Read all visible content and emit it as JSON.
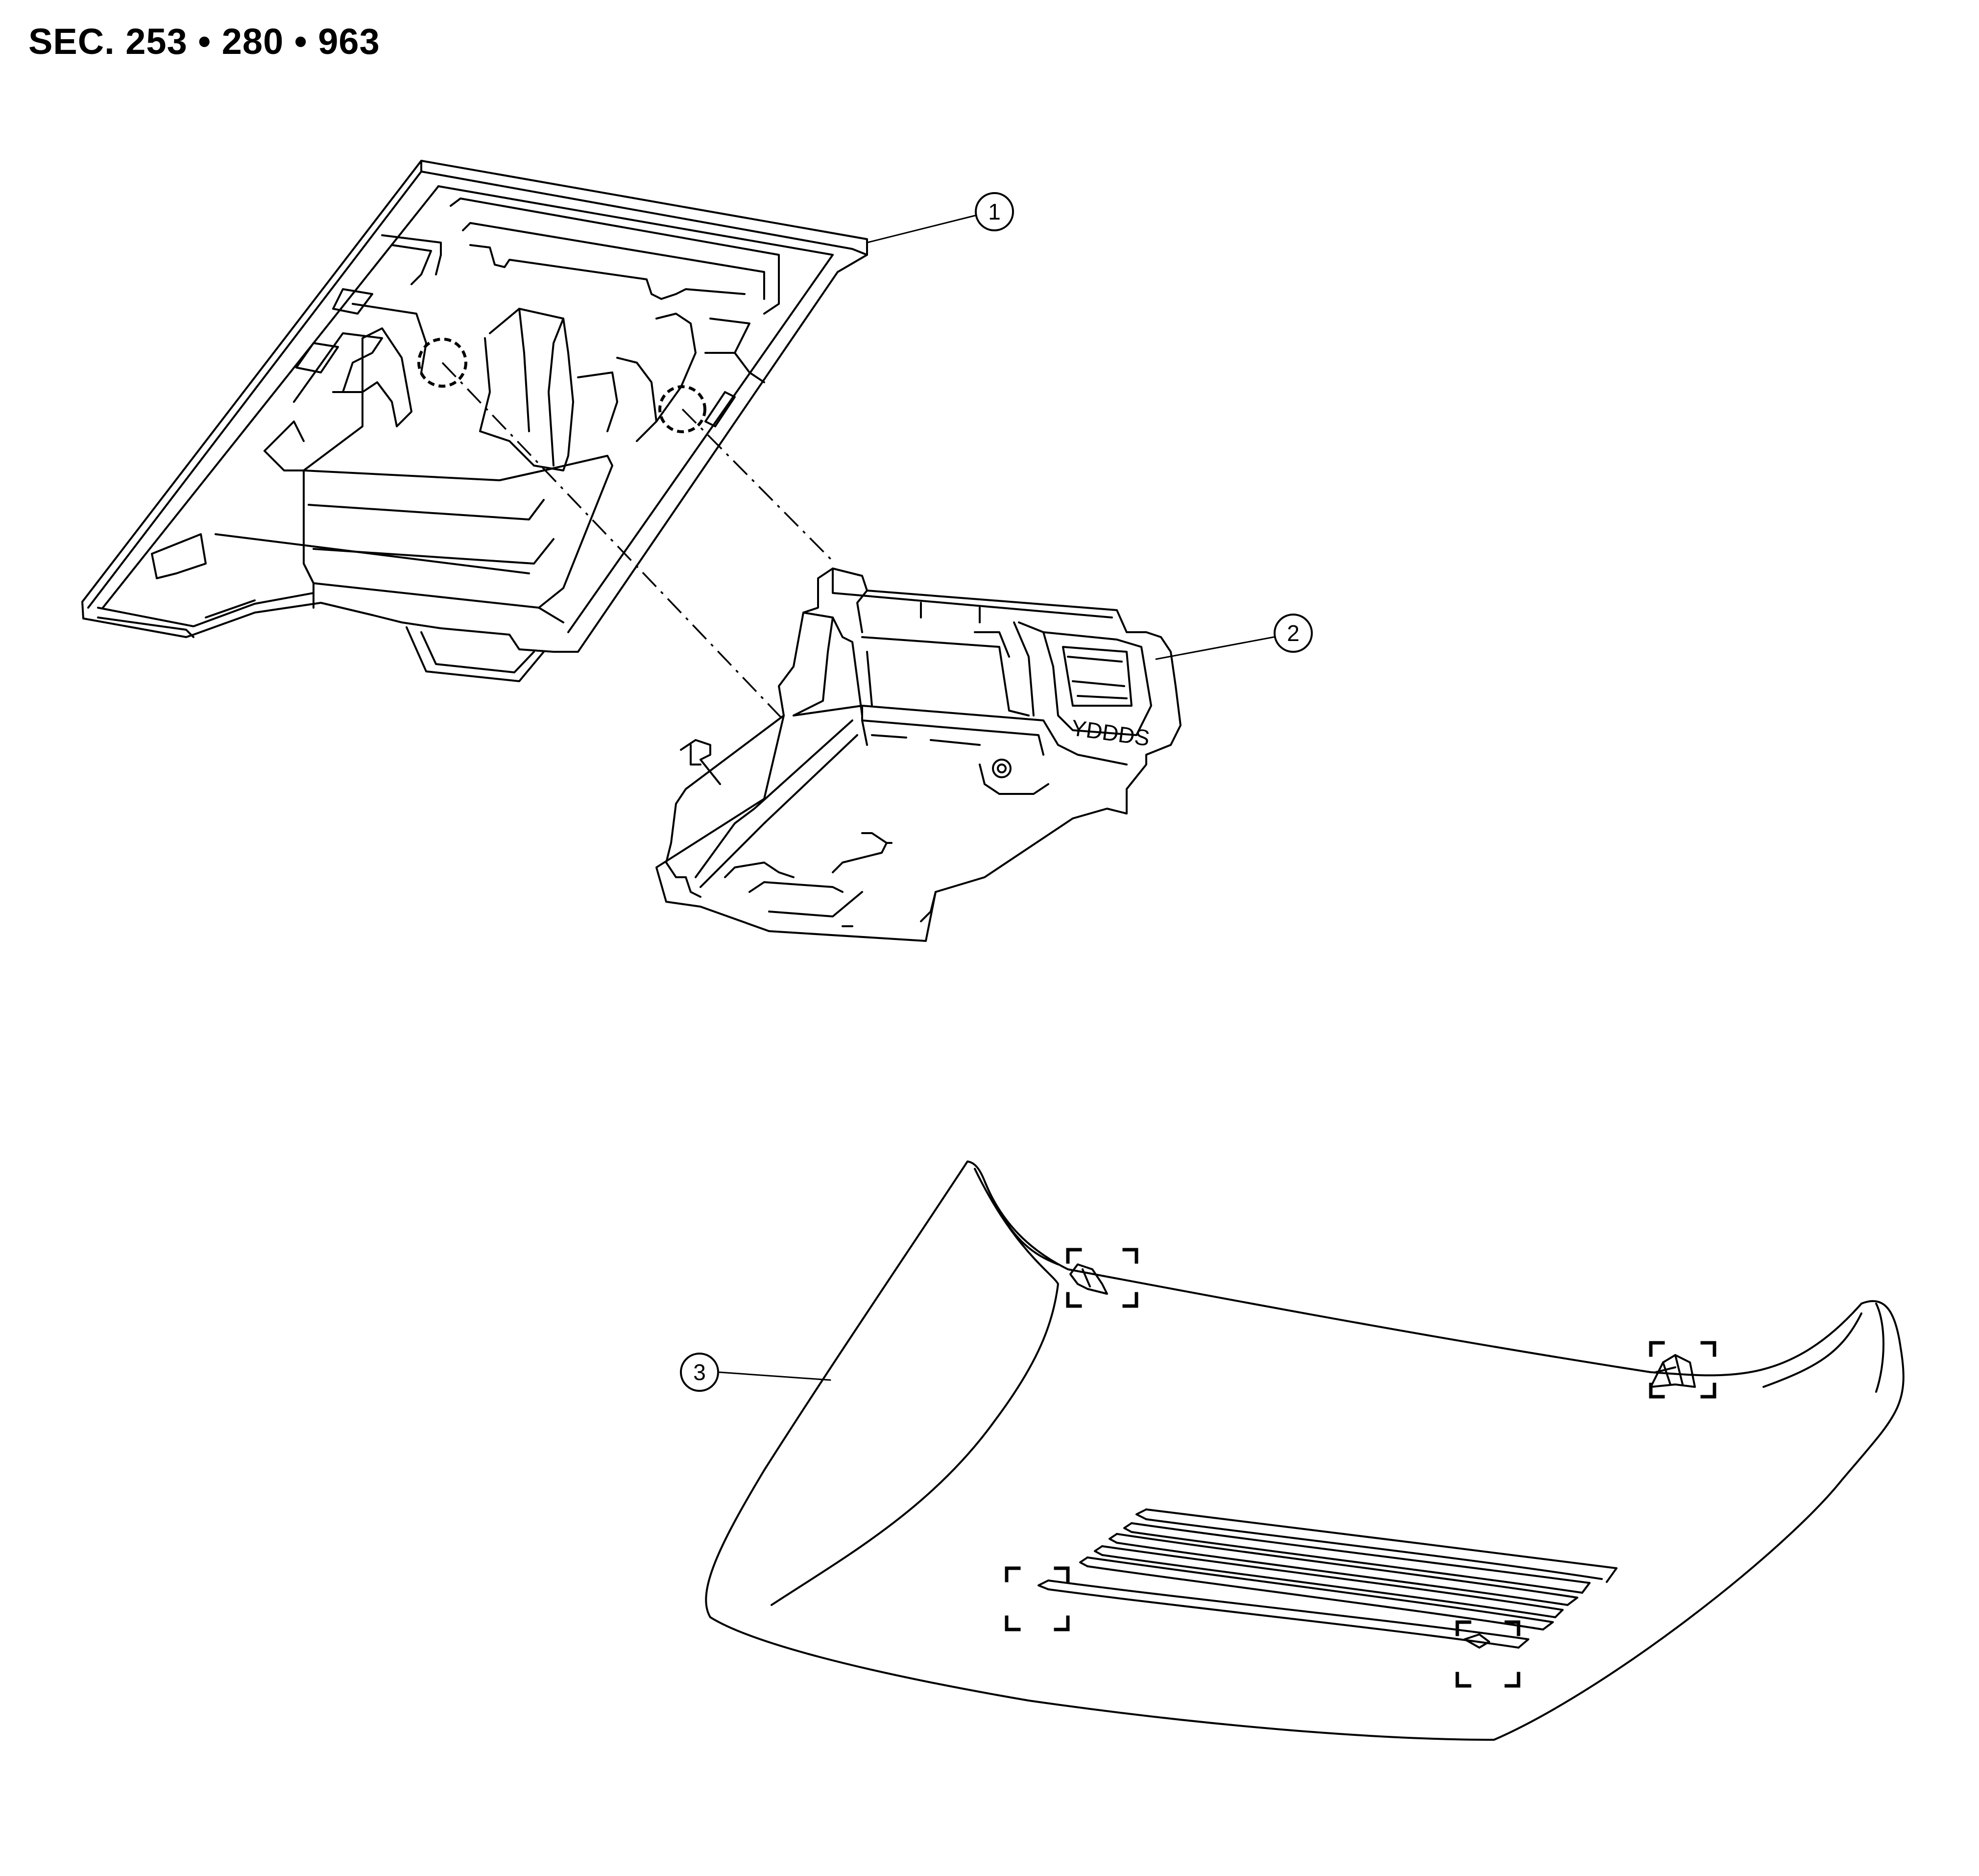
{
  "section": {
    "label": "SEC. 253 • 280 • 963"
  },
  "parts": [
    {
      "number": "1"
    },
    {
      "number": "2"
    },
    {
      "number": "3"
    }
  ],
  "part2_marking": "YDDDS"
}
